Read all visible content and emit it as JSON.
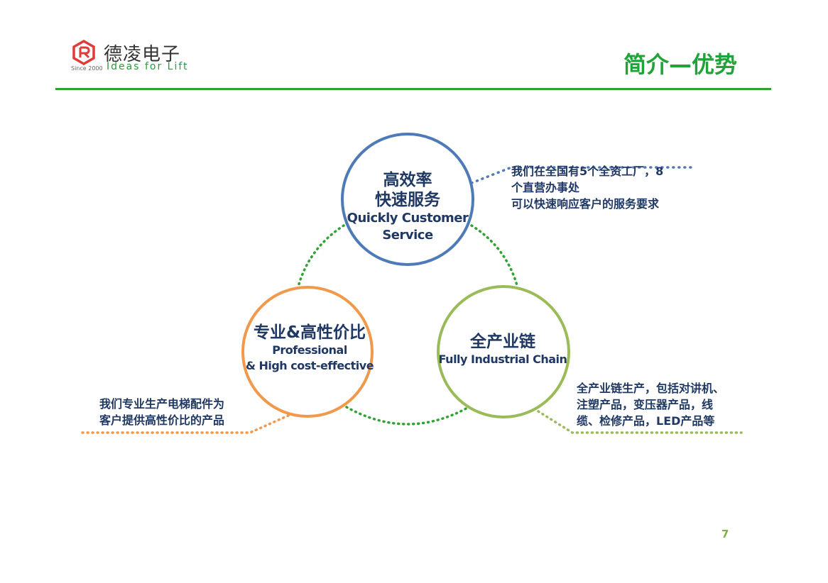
{
  "header": {
    "logo_cn": "德凌电子",
    "logo_since": "Since 2000",
    "logo_en": "Ideas for Lift",
    "title": "简介—优势"
  },
  "colors": {
    "green_accent": "#22a33a",
    "blue_circle": "#4f7ab8",
    "orange_circle": "#f0994a",
    "green_circle": "#9bbb59",
    "dotted_green": "#2fa32f",
    "text_navy": "#1f3864",
    "logo_red": "#e03a3a"
  },
  "circles": {
    "top": {
      "cn_line1": "高效率",
      "cn_line2": "快速服务",
      "en_line1": "Quickly Customer",
      "en_line2": "Service"
    },
    "left": {
      "cn": "专业&高性价比",
      "en_line1": "Professional",
      "en_line2": "& High cost-effective"
    },
    "right": {
      "cn": "全产业链",
      "en": "Fully Industrial Chain"
    }
  },
  "notes": {
    "top": {
      "line1": "我们在全国有5个全资工厂，8",
      "line2": "个直营办事处",
      "line3": "可以快速响应客户的服务要求"
    },
    "left": {
      "line1": "我们专业生产电梯配件为",
      "line2": "客户提供高性价比的产品"
    },
    "right": {
      "line1": "全产业链生产，包括对讲机、",
      "line2": "注塑产品，变压器产品，线",
      "line3": "缆、检修产品，LED产品等"
    }
  },
  "page_number": "7"
}
